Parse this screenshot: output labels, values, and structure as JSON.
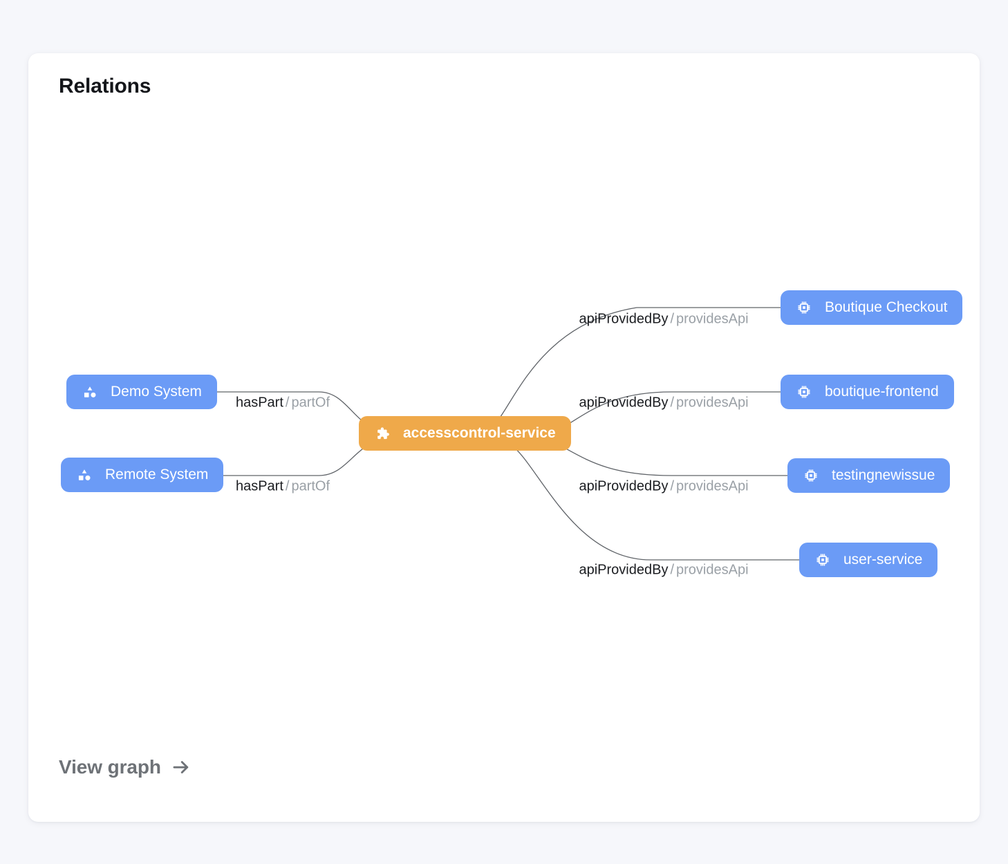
{
  "card": {
    "title": "Relations",
    "footer_link": {
      "label": "View graph",
      "icon": "arrow-right-icon"
    }
  },
  "colors": {
    "page_background": "#f6f7fb",
    "card_background": "#ffffff",
    "node_blue": "#6b9bf6",
    "node_orange": "#efa94a",
    "edge_stroke": "#5f6368",
    "label_primary": "#1b1d21",
    "label_secondary": "#9aa0a6",
    "footer_text": "#6e7277"
  },
  "graph": {
    "nodes": [
      {
        "id": "demo-system",
        "label": "Demo System",
        "icon": "category-icon",
        "kind": "system",
        "color": "blue"
      },
      {
        "id": "remote-system",
        "label": "Remote System",
        "icon": "category-icon",
        "kind": "system",
        "color": "blue"
      },
      {
        "id": "accesscontrol",
        "label": "accesscontrol-service",
        "icon": "puzzle-icon",
        "kind": "component",
        "color": "orange"
      },
      {
        "id": "boutique-checkout",
        "label": "Boutique Checkout",
        "icon": "chip-icon",
        "kind": "api",
        "color": "blue"
      },
      {
        "id": "boutique-frontend",
        "label": "boutique-frontend",
        "icon": "chip-icon",
        "kind": "api",
        "color": "blue"
      },
      {
        "id": "testingnewissue",
        "label": "testingnewissue",
        "icon": "chip-icon",
        "kind": "api",
        "color": "blue"
      },
      {
        "id": "user-service",
        "label": "user-service",
        "icon": "chip-icon",
        "kind": "api",
        "color": "blue"
      }
    ],
    "edges": [
      {
        "source": "demo-system",
        "target": "accesscontrol",
        "forward": "hasPart",
        "separator": "/",
        "reverse": "partOf"
      },
      {
        "source": "remote-system",
        "target": "accesscontrol",
        "forward": "hasPart",
        "separator": "/",
        "reverse": "partOf"
      },
      {
        "source": "accesscontrol",
        "target": "boutique-checkout",
        "forward": "apiProvidedBy",
        "separator": "/",
        "reverse": "providesApi"
      },
      {
        "source": "accesscontrol",
        "target": "boutique-frontend",
        "forward": "apiProvidedBy",
        "separator": "/",
        "reverse": "providesApi"
      },
      {
        "source": "accesscontrol",
        "target": "testingnewissue",
        "forward": "apiProvidedBy",
        "separator": "/",
        "reverse": "providesApi"
      },
      {
        "source": "accesscontrol",
        "target": "user-service",
        "forward": "apiProvidedBy",
        "separator": "/",
        "reverse": "providesApi"
      }
    ]
  }
}
